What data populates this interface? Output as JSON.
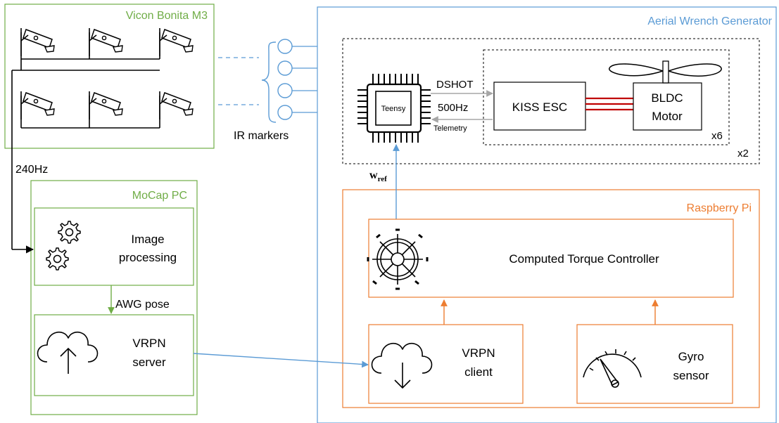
{
  "colors": {
    "green": "#70ad47",
    "blue": "#5b9bd5",
    "orange": "#ed7d31",
    "red": "#c00000",
    "black": "#000000",
    "gray": "#a6a6a6"
  },
  "groups": {
    "vicon_title": "Vicon Bonita M3",
    "awg_title": "Aerial Wrench Generator",
    "mocap_title": "MoCap PC",
    "rpi_title": "Raspberry Pi"
  },
  "labels": {
    "rate_240": "240Hz",
    "ir_markers": "IR markers",
    "awg_pose": "AWG pose",
    "wref_main": "w",
    "wref_sub": "ref",
    "x6": "x6",
    "x2": "x2"
  },
  "blocks": {
    "image_processing": [
      "Image",
      "processing"
    ],
    "vrpn_server": [
      "VRPN",
      "server"
    ],
    "vrpn_client": [
      "VRPN",
      "client"
    ],
    "gyro_sensor": [
      "Gyro",
      "sensor"
    ],
    "controller": "Computed Torque Controller",
    "kiss_esc": "KISS ESC",
    "bldc_motor": [
      "BLDC",
      "Motor"
    ],
    "teensy": "Teensy"
  },
  "links": {
    "dshot": "DSHOT",
    "rate_500": "500Hz",
    "telemetry": "Telemetry"
  },
  "icons": [
    "camera-icon",
    "gears-icon",
    "cloud-upload-icon",
    "cloud-download-icon",
    "ship-wheel-icon",
    "gauge-icon",
    "chip-icon",
    "propeller-icon",
    "brace-icon",
    "marker-icon"
  ]
}
